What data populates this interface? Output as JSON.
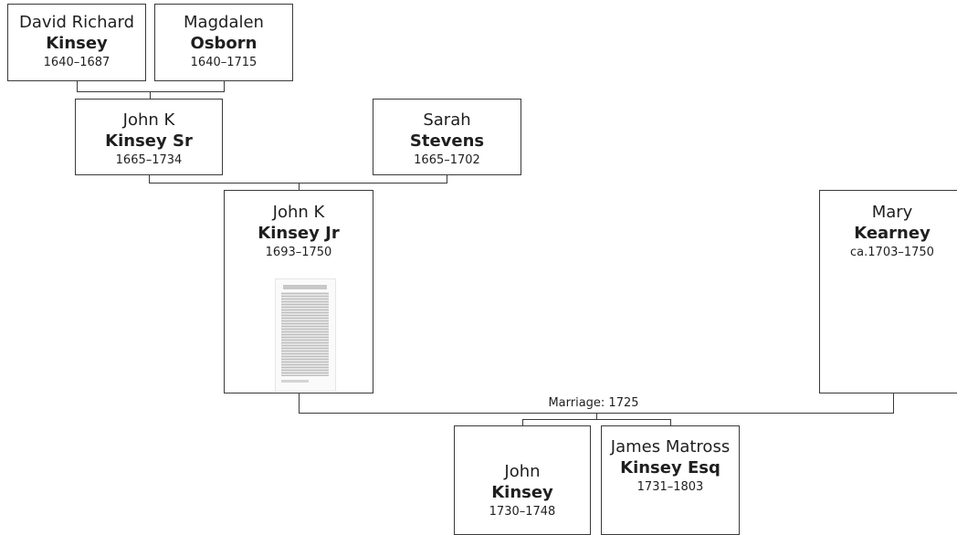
{
  "tree": {
    "people": {
      "david_kinsey": {
        "given": "David Richard",
        "surname": "Kinsey",
        "dates": "1640–1687"
      },
      "magdalen_osborn": {
        "given": "Magdalen",
        "surname": "Osborn",
        "dates": "1640–1715"
      },
      "john_kinsey_sr": {
        "given": "John K",
        "surname": "Kinsey Sr",
        "dates": "1665–1734"
      },
      "sarah_stevens": {
        "given": "Sarah",
        "surname": "Stevens",
        "dates": "1665–1702"
      },
      "john_kinsey_jr": {
        "given": "John K",
        "surname": "Kinsey Jr",
        "dates": "1693–1750",
        "has_document_image": true
      },
      "mary_kearney": {
        "given": "Mary",
        "surname": "Kearney",
        "dates": "ca.1703–1750"
      },
      "john_kinsey": {
        "given": "John",
        "surname": "Kinsey",
        "dates": "1730–1748"
      },
      "james_kinsey": {
        "given": "James Matross",
        "surname": "Kinsey Esq",
        "dates": "1731–1803"
      }
    },
    "marriage_label": "Marriage: 1725"
  },
  "colors": {
    "border": "#3a3a3a",
    "line": "#3a3a3a",
    "background": "#ffffff",
    "text": "#1f1f1f"
  }
}
